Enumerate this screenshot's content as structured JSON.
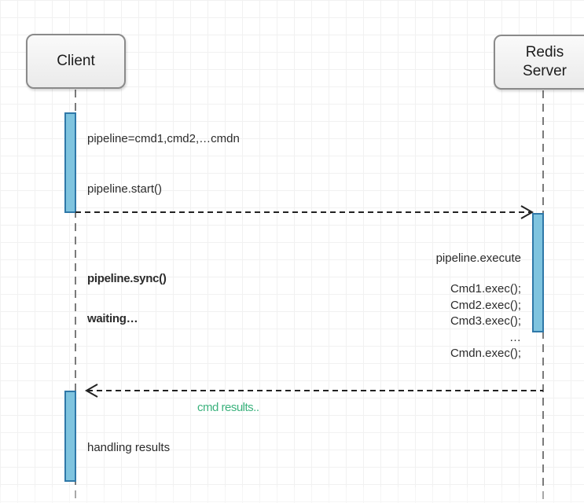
{
  "actors": {
    "client": "Client",
    "server": "Redis\nServer"
  },
  "messages": {
    "request_label": "",
    "response_label": "cmd results.."
  },
  "client_notes": {
    "pipeline_def": "pipeline=cmd1,cmd2,…cmdn",
    "pipeline_start": "pipeline.start()",
    "pipeline_sync": "pipeline.sync()",
    "waiting": "waiting…",
    "handling": "handling results"
  },
  "server_notes": {
    "execute": "pipeline.execute",
    "exec_lines": [
      "Cmd1.exec();",
      "Cmd2.exec();",
      "Cmd3.exec();",
      "…",
      "Cmdn.exec();"
    ]
  },
  "colors": {
    "activation_fill": "#7fc4df",
    "activation_stroke": "#2f78a8",
    "lifeline": "#7a7a7a",
    "arrow": "#222222",
    "response_text": "#3bb27d"
  }
}
